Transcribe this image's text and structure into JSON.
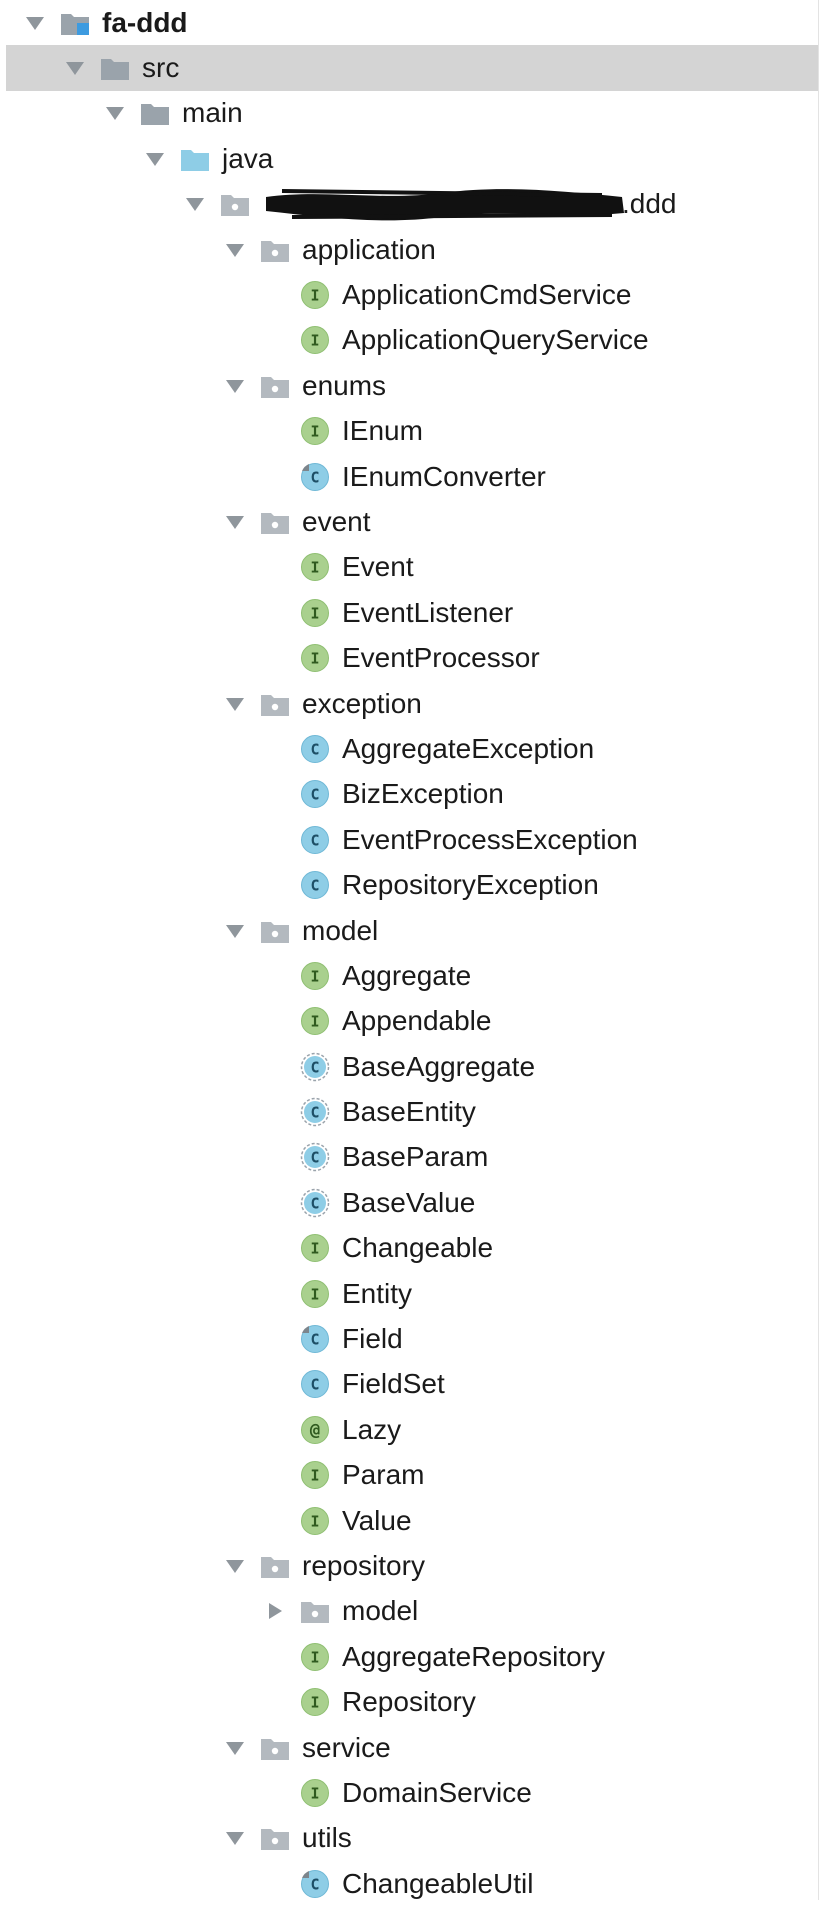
{
  "tree": {
    "items": [
      {
        "label": "fa-ddd",
        "depth": 0,
        "icon": "module-folder-icon",
        "expander": "expanded",
        "bold": true,
        "selected": false
      },
      {
        "label": "src",
        "depth": 1,
        "icon": "folder-icon",
        "expander": "expanded",
        "bold": false,
        "selected": true
      },
      {
        "label": "main",
        "depth": 2,
        "icon": "folder-icon",
        "expander": "expanded",
        "bold": false,
        "selected": false
      },
      {
        "label": "java",
        "depth": 3,
        "icon": "source-root-folder-icon",
        "expander": "expanded",
        "bold": false,
        "selected": false
      },
      {
        "label": ".ddd",
        "depth": 4,
        "icon": "package-icon",
        "expander": "expanded",
        "bold": false,
        "selected": false,
        "redacted": true
      },
      {
        "label": "application",
        "depth": 5,
        "icon": "package-icon",
        "expander": "expanded",
        "bold": false,
        "selected": false
      },
      {
        "label": "ApplicationCmdService",
        "depth": 6,
        "icon": "interface-icon",
        "expander": "none",
        "bold": false,
        "selected": false
      },
      {
        "label": "ApplicationQueryService",
        "depth": 6,
        "icon": "interface-icon",
        "expander": "none",
        "bold": false,
        "selected": false
      },
      {
        "label": "enums",
        "depth": 5,
        "icon": "package-icon",
        "expander": "expanded",
        "bold": false,
        "selected": false
      },
      {
        "label": "IEnum",
        "depth": 6,
        "icon": "interface-icon",
        "expander": "none",
        "bold": false,
        "selected": false
      },
      {
        "label": "IEnumConverter",
        "depth": 6,
        "icon": "class-runnable-icon",
        "expander": "none",
        "bold": false,
        "selected": false
      },
      {
        "label": "event",
        "depth": 5,
        "icon": "package-icon",
        "expander": "expanded",
        "bold": false,
        "selected": false
      },
      {
        "label": "Event",
        "depth": 6,
        "icon": "interface-icon",
        "expander": "none",
        "bold": false,
        "selected": false
      },
      {
        "label": "EventListener",
        "depth": 6,
        "icon": "interface-icon",
        "expander": "none",
        "bold": false,
        "selected": false
      },
      {
        "label": "EventProcessor",
        "depth": 6,
        "icon": "interface-icon",
        "expander": "none",
        "bold": false,
        "selected": false
      },
      {
        "label": "exception",
        "depth": 5,
        "icon": "package-icon",
        "expander": "expanded",
        "bold": false,
        "selected": false
      },
      {
        "label": "AggregateException",
        "depth": 6,
        "icon": "class-icon",
        "expander": "none",
        "bold": false,
        "selected": false
      },
      {
        "label": "BizException",
        "depth": 6,
        "icon": "class-icon",
        "expander": "none",
        "bold": false,
        "selected": false
      },
      {
        "label": "EventProcessException",
        "depth": 6,
        "icon": "class-icon",
        "expander": "none",
        "bold": false,
        "selected": false
      },
      {
        "label": "RepositoryException",
        "depth": 6,
        "icon": "class-icon",
        "expander": "none",
        "bold": false,
        "selected": false
      },
      {
        "label": "model",
        "depth": 5,
        "icon": "package-icon",
        "expander": "expanded",
        "bold": false,
        "selected": false
      },
      {
        "label": "Aggregate",
        "depth": 6,
        "icon": "interface-icon",
        "expander": "none",
        "bold": false,
        "selected": false
      },
      {
        "label": "Appendable",
        "depth": 6,
        "icon": "interface-icon",
        "expander": "none",
        "bold": false,
        "selected": false
      },
      {
        "label": "BaseAggregate",
        "depth": 6,
        "icon": "abstract-class-icon",
        "expander": "none",
        "bold": false,
        "selected": false
      },
      {
        "label": "BaseEntity",
        "depth": 6,
        "icon": "abstract-class-icon",
        "expander": "none",
        "bold": false,
        "selected": false
      },
      {
        "label": "BaseParam",
        "depth": 6,
        "icon": "abstract-class-icon",
        "expander": "none",
        "bold": false,
        "selected": false
      },
      {
        "label": "BaseValue",
        "depth": 6,
        "icon": "abstract-class-icon",
        "expander": "none",
        "bold": false,
        "selected": false
      },
      {
        "label": "Changeable",
        "depth": 6,
        "icon": "interface-icon",
        "expander": "none",
        "bold": false,
        "selected": false
      },
      {
        "label": "Entity",
        "depth": 6,
        "icon": "interface-icon",
        "expander": "none",
        "bold": false,
        "selected": false
      },
      {
        "label": "Field",
        "depth": 6,
        "icon": "class-runnable-icon",
        "expander": "none",
        "bold": false,
        "selected": false
      },
      {
        "label": "FieldSet",
        "depth": 6,
        "icon": "class-icon",
        "expander": "none",
        "bold": false,
        "selected": false
      },
      {
        "label": "Lazy",
        "depth": 6,
        "icon": "annotation-icon",
        "expander": "none",
        "bold": false,
        "selected": false
      },
      {
        "label": "Param",
        "depth": 6,
        "icon": "interface-icon",
        "expander": "none",
        "bold": false,
        "selected": false
      },
      {
        "label": "Value",
        "depth": 6,
        "icon": "interface-icon",
        "expander": "none",
        "bold": false,
        "selected": false
      },
      {
        "label": "repository",
        "depth": 5,
        "icon": "package-icon",
        "expander": "expanded",
        "bold": false,
        "selected": false
      },
      {
        "label": "model",
        "depth": 6,
        "icon": "package-icon",
        "expander": "collapsed",
        "bold": false,
        "selected": false
      },
      {
        "label": "AggregateRepository",
        "depth": 6,
        "icon": "interface-icon",
        "expander": "none",
        "bold": false,
        "selected": false
      },
      {
        "label": "Repository",
        "depth": 6,
        "icon": "interface-icon",
        "expander": "none",
        "bold": false,
        "selected": false
      },
      {
        "label": "service",
        "depth": 5,
        "icon": "package-icon",
        "expander": "expanded",
        "bold": false,
        "selected": false
      },
      {
        "label": "DomainService",
        "depth": 6,
        "icon": "interface-icon",
        "expander": "none",
        "bold": false,
        "selected": false
      },
      {
        "label": "utils",
        "depth": 5,
        "icon": "package-icon",
        "expander": "expanded",
        "bold": false,
        "selected": false
      },
      {
        "label": "ChangeableUtil",
        "depth": 6,
        "icon": "class-runnable-icon",
        "expander": "none",
        "bold": false,
        "selected": false
      }
    ]
  },
  "icons": {
    "interface": {
      "letter": "I",
      "fill": "#a9d08e",
      "stroke": "#8fbf72",
      "text": "#2f5a1f"
    },
    "class": {
      "letter": "C",
      "fill": "#8ecde6",
      "stroke": "#6fb8d6",
      "text": "#1e4f66"
    },
    "annotation": {
      "letter": "@",
      "fill": "#a9d08e",
      "stroke": "#8fbf72",
      "text": "#2f5a1f"
    },
    "folder": {
      "fill": "#9aa3ab"
    },
    "source_root": {
      "fill": "#8ecde6"
    },
    "package": {
      "fill": "#b3b9bf"
    },
    "module_badge": {
      "fill": "#3d9be0"
    }
  },
  "colors": {
    "selection": "#d4d4d4",
    "expander": "#8f969c",
    "text": "#1a1a1a"
  }
}
